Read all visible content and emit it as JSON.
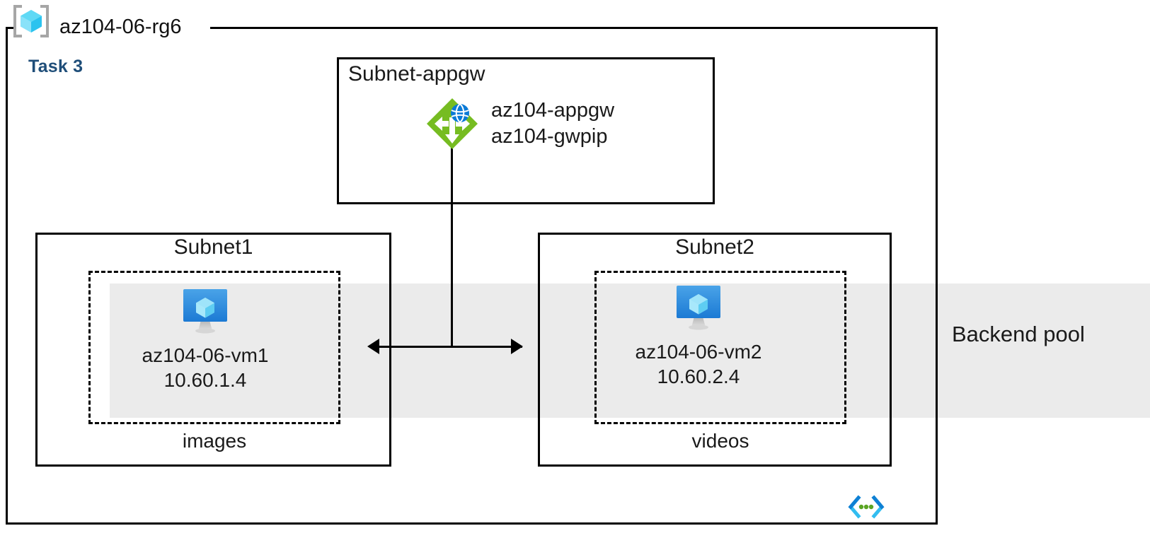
{
  "diagram": {
    "resource_group": {
      "name": "az104-06-rg6",
      "icon": "resource-group-icon"
    },
    "task_label": "Task 3",
    "accent_color": "#1f4e79",
    "band": {
      "label": "Backend pool",
      "color": "#ebebeb"
    },
    "subnets": [
      {
        "title": "Subnet-appgw",
        "resources": [
          {
            "icon": "application-gateway-icon",
            "lines": [
              "az104-appgw",
              "az104-gwpip"
            ]
          }
        ]
      },
      {
        "title": "Subnet1",
        "zone_label": "images",
        "vm": {
          "icon": "virtual-machine-icon",
          "name": "az104-06-vm1",
          "ip": "10.60.1.4"
        }
      },
      {
        "title": "Subnet2",
        "zone_label": "videos",
        "vm": {
          "icon": "virtual-machine-icon",
          "name": "az104-06-vm2",
          "ip": "10.60.2.4"
        }
      }
    ],
    "connector": {
      "type": "bidirectional-arrow",
      "from": "Subnet1",
      "to": "Subnet2"
    },
    "footer_icon": "code-brackets-icon",
    "colors": {
      "appgw_green": "#76bc21",
      "appgw_globe_blue": "#0078d4",
      "vm_blue": "#2e93e6",
      "border_black": "#000000",
      "code_cyan": "#32bdf0",
      "code_blue": "#0f80d4",
      "code_green": "#5ba524"
    }
  }
}
